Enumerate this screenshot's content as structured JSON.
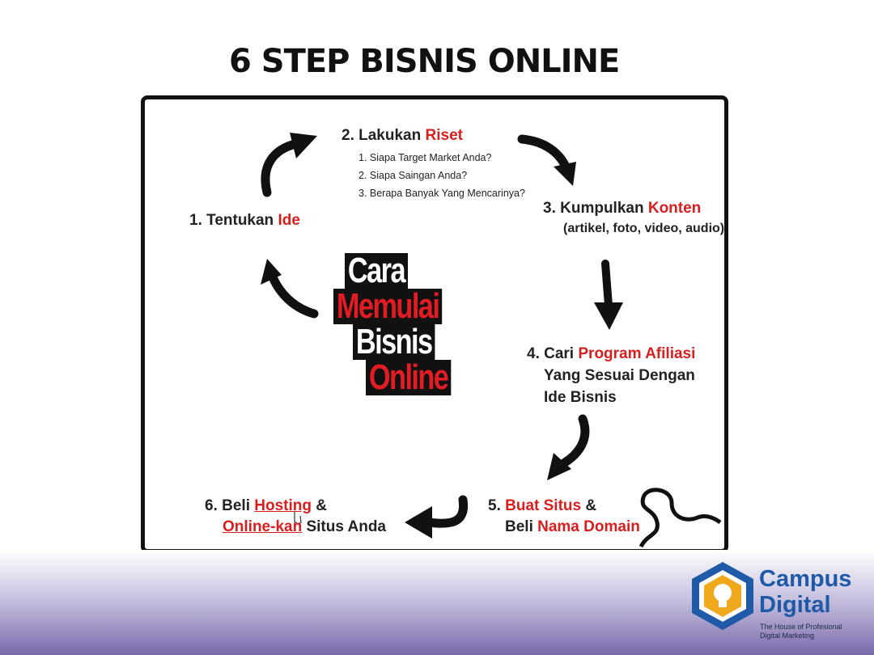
{
  "title": "6 step Bisnis online",
  "center": {
    "line1": "Cara",
    "line2": "Memulai",
    "line3": "Bisnis",
    "line4": "Online"
  },
  "steps": [
    {
      "prefix": "1. Tentukan ",
      "highlight": "Ide"
    },
    {
      "prefix": "2. Lakukan ",
      "highlight": "Riset",
      "items": [
        "1. Siapa Target Market Anda?",
        "2. Siapa Saingan Anda?",
        "3. Berapa Banyak Yang Mencarinya?"
      ]
    },
    {
      "prefix": "3. Kumpulkan ",
      "highlight": "Konten",
      "note": "(artikel, foto, video, audio)"
    },
    {
      "prefix": "4. Cari ",
      "highlight": "Program Afiliasi",
      "line2": "Yang Sesuai Dengan",
      "line3": "Ide Bisnis"
    },
    {
      "prefix": "5. ",
      "highlight": "Buat Situs",
      "suffix": " &",
      "line2_prefix": "Beli ",
      "line2_highlight": "Nama Domain"
    },
    {
      "prefix": "6. Beli ",
      "highlight": "Hosting",
      "suffix": " &",
      "line2_highlight": "Online-kan",
      "line2_suffix": " Situs Anda"
    }
  ],
  "logo": {
    "name1": "Campus",
    "name2": "Digital",
    "tagline": "The House of Profesional Digital Marketing"
  },
  "colors": {
    "accent_red": "#d81e1e",
    "logo_blue": "#1e5aa8",
    "footer_purple": "#7a6aab"
  }
}
